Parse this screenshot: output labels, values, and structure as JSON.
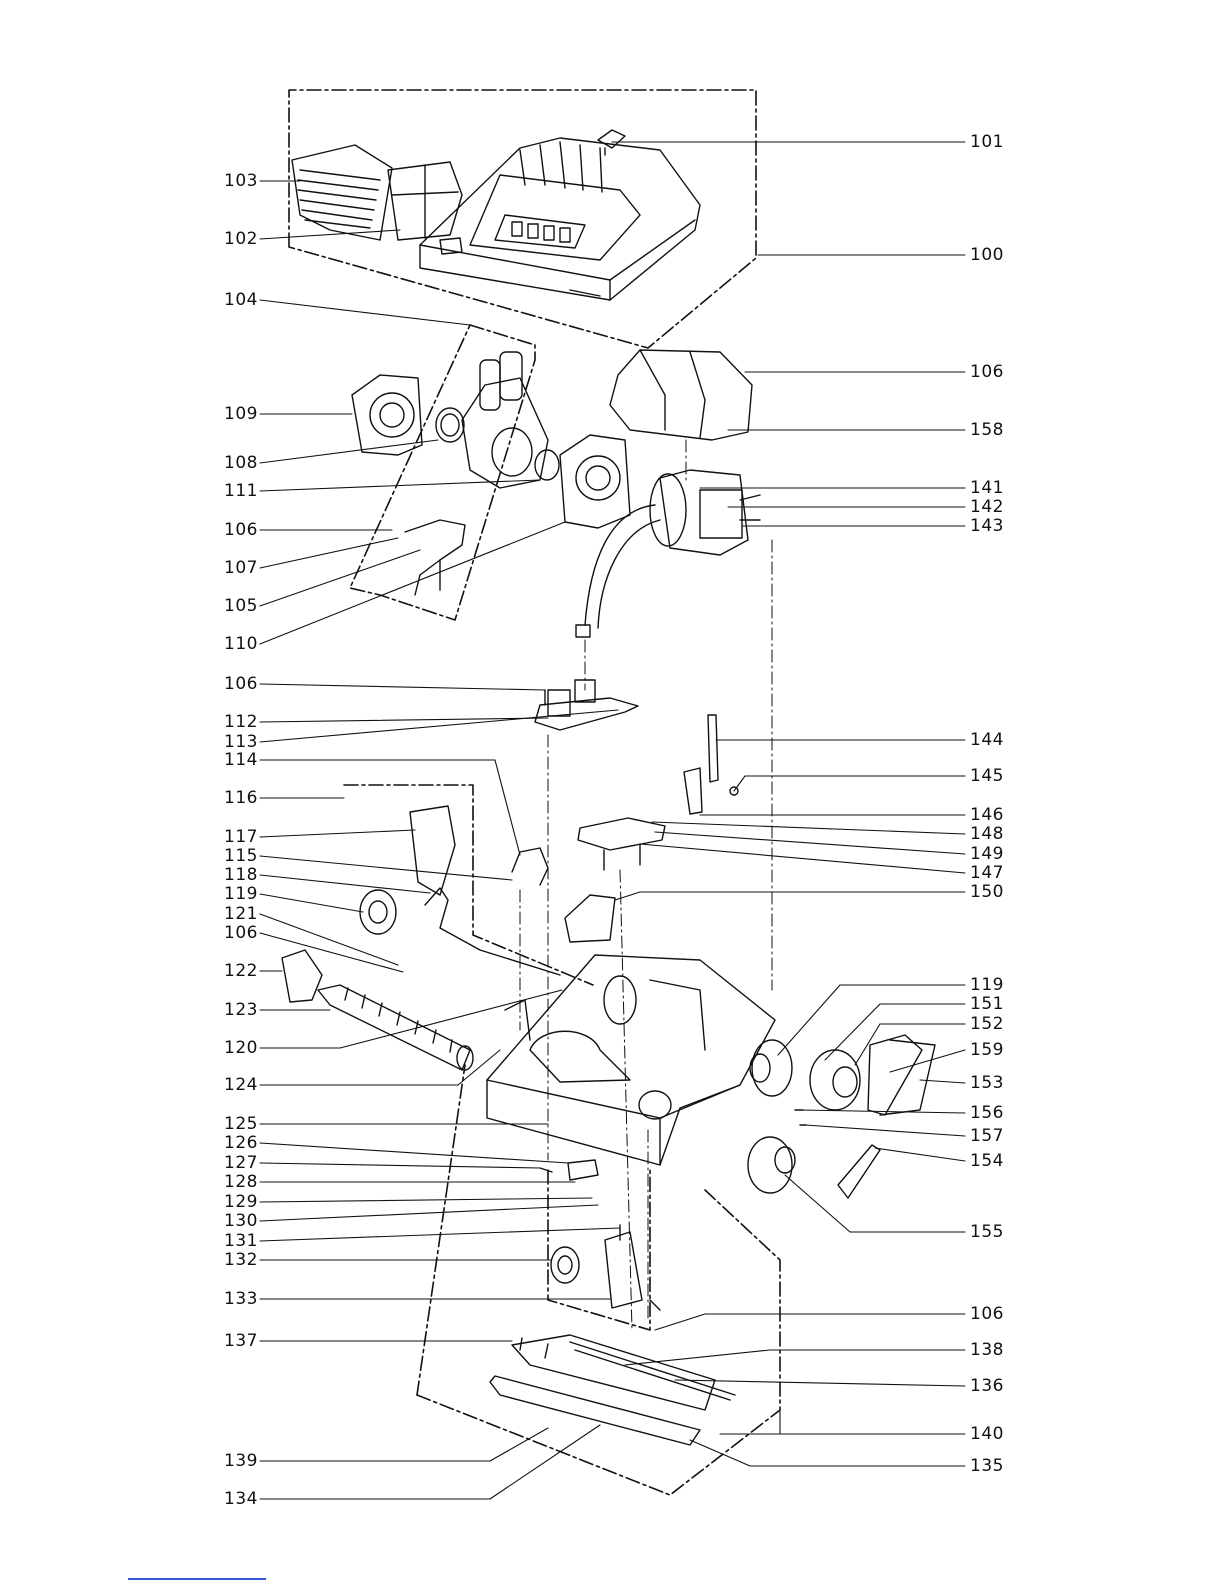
{
  "diagram": {
    "labels_left": [
      "103",
      "102",
      "104",
      "109",
      "108",
      "111",
      "106",
      "107",
      "105",
      "110",
      "106",
      "112",
      "113",
      "114",
      "116",
      "117",
      "115",
      "118",
      "119",
      "121",
      "106",
      "122",
      "123",
      "120",
      "124",
      "125",
      "126",
      "127",
      "128",
      "129",
      "130",
      "131",
      "132",
      "133",
      "137",
      "139",
      "134"
    ],
    "labels_right": [
      "101",
      "100",
      "106",
      "158",
      "141",
      "142",
      "143",
      "144",
      "145",
      "146",
      "148",
      "149",
      "147",
      "150",
      "119",
      "151",
      "152",
      "159",
      "153",
      "156",
      "157",
      "154",
      "155",
      "106",
      "138",
      "136",
      "140",
      "135"
    ]
  },
  "colors": {
    "ink": "#111111",
    "link": "#3a56d8"
  }
}
